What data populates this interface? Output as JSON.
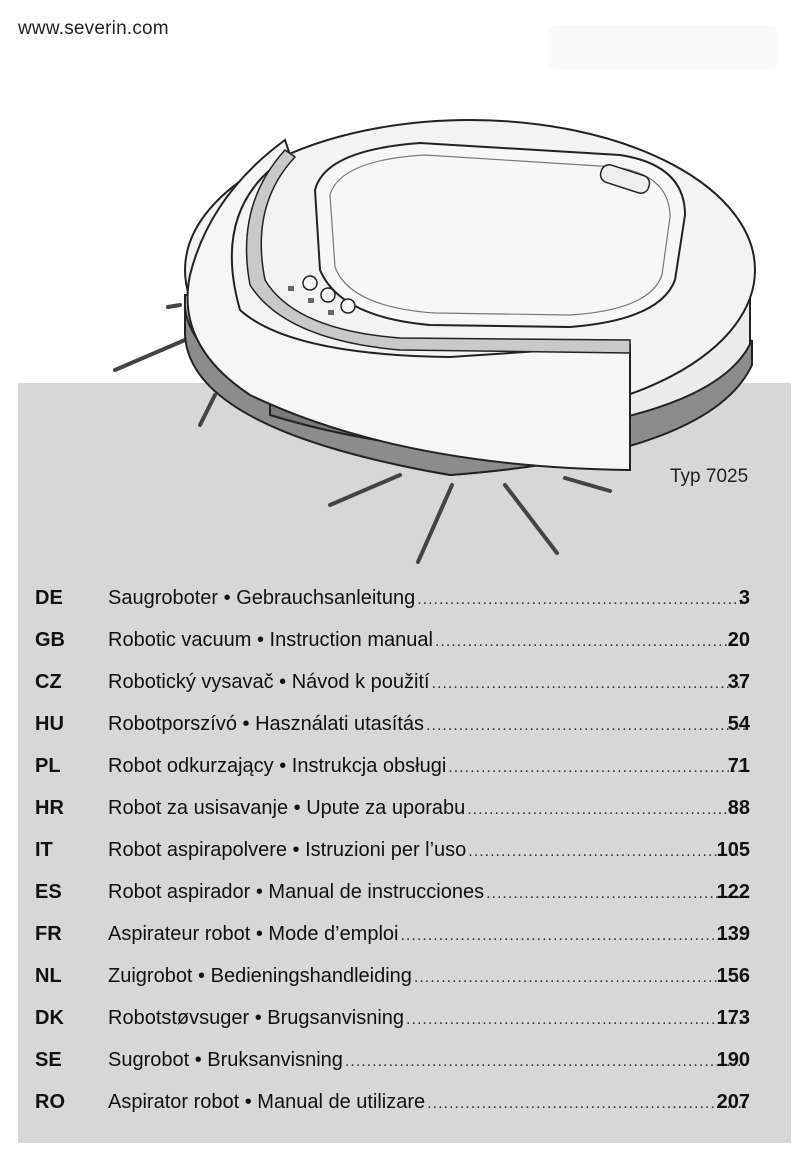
{
  "header": {
    "website": "www.severin.com"
  },
  "product": {
    "type_label": "Typ 7025"
  },
  "toc": [
    {
      "code": "DE",
      "title": "Saugroboter  •  Gebrauchsanleitung",
      "page": "3"
    },
    {
      "code": "GB",
      "title": "Robotic vacuum  •  Instruction manual",
      "page": "20"
    },
    {
      "code": "CZ",
      "title": "Robotický vysavač •  Návod k použití",
      "page": "37"
    },
    {
      "code": "HU",
      "title": "Robotporszívó  •  Használati utasítás",
      "page": "54"
    },
    {
      "code": "PL",
      "title": "Robot odkurzający  •  Instrukcja obsługi",
      "page": "71"
    },
    {
      "code": "HR",
      "title": "Robot za usisavanje  •  Upute za uporabu",
      "page": "88"
    },
    {
      "code": "IT",
      "title": "Robot aspirapolvere  •  Istruzioni per l’uso",
      "page": "105"
    },
    {
      "code": "ES",
      "title": "Robot aspirador  •  Manual de instrucciones",
      "page": "122"
    },
    {
      "code": "FR",
      "title": "Aspirateur robot  •  Mode d’emploi",
      "page": "139"
    },
    {
      "code": "NL",
      "title": "Zuigrobot  •  Bedieningshandleiding",
      "page": "156"
    },
    {
      "code": "DK",
      "title": "Robotstøvsuger  •  Brugsanvisning",
      "page": "173"
    },
    {
      "code": "SE",
      "title": "Sugrobot  •  Bruksanvisning",
      "page": "190"
    },
    {
      "code": "RO",
      "title": "Aspirator robot  •  Manual de utilizare",
      "page": "207"
    }
  ],
  "colors": {
    "panel": "#d7d7d7",
    "robot_body": "#f3f3f3",
    "robot_band": "#8c8c8c",
    "outline": "#222222"
  }
}
